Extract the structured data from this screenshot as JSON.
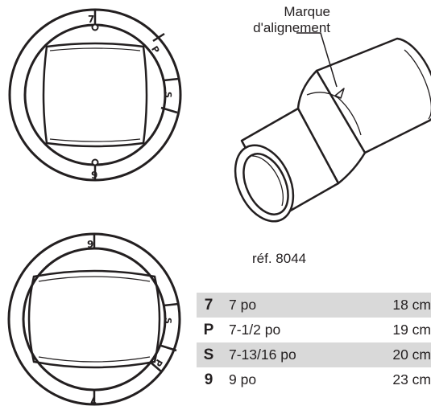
{
  "alignment_label_line1": "Marque",
  "alignment_label_line2": "d'alignement",
  "reference": "réf. 8044",
  "ring_top": {
    "top_mark": "7",
    "right_marks": [
      "P",
      "S"
    ],
    "bottom_mark": "9"
  },
  "ring_bottom": {
    "top_mark": "9",
    "right_marks": [
      "S",
      "P"
    ],
    "bottom_mark": "7"
  },
  "sizes_table": [
    {
      "code": "7",
      "size": "7 po",
      "metric": "18 cm",
      "shaded": true
    },
    {
      "code": "P",
      "size": "7-1/2 po",
      "metric": "19 cm",
      "shaded": false
    },
    {
      "code": "S",
      "size": "7-13/16 po",
      "metric": "20 cm",
      "shaded": true
    },
    {
      "code": "9",
      "size": "9 po",
      "metric": "23 cm",
      "shaded": false
    }
  ]
}
